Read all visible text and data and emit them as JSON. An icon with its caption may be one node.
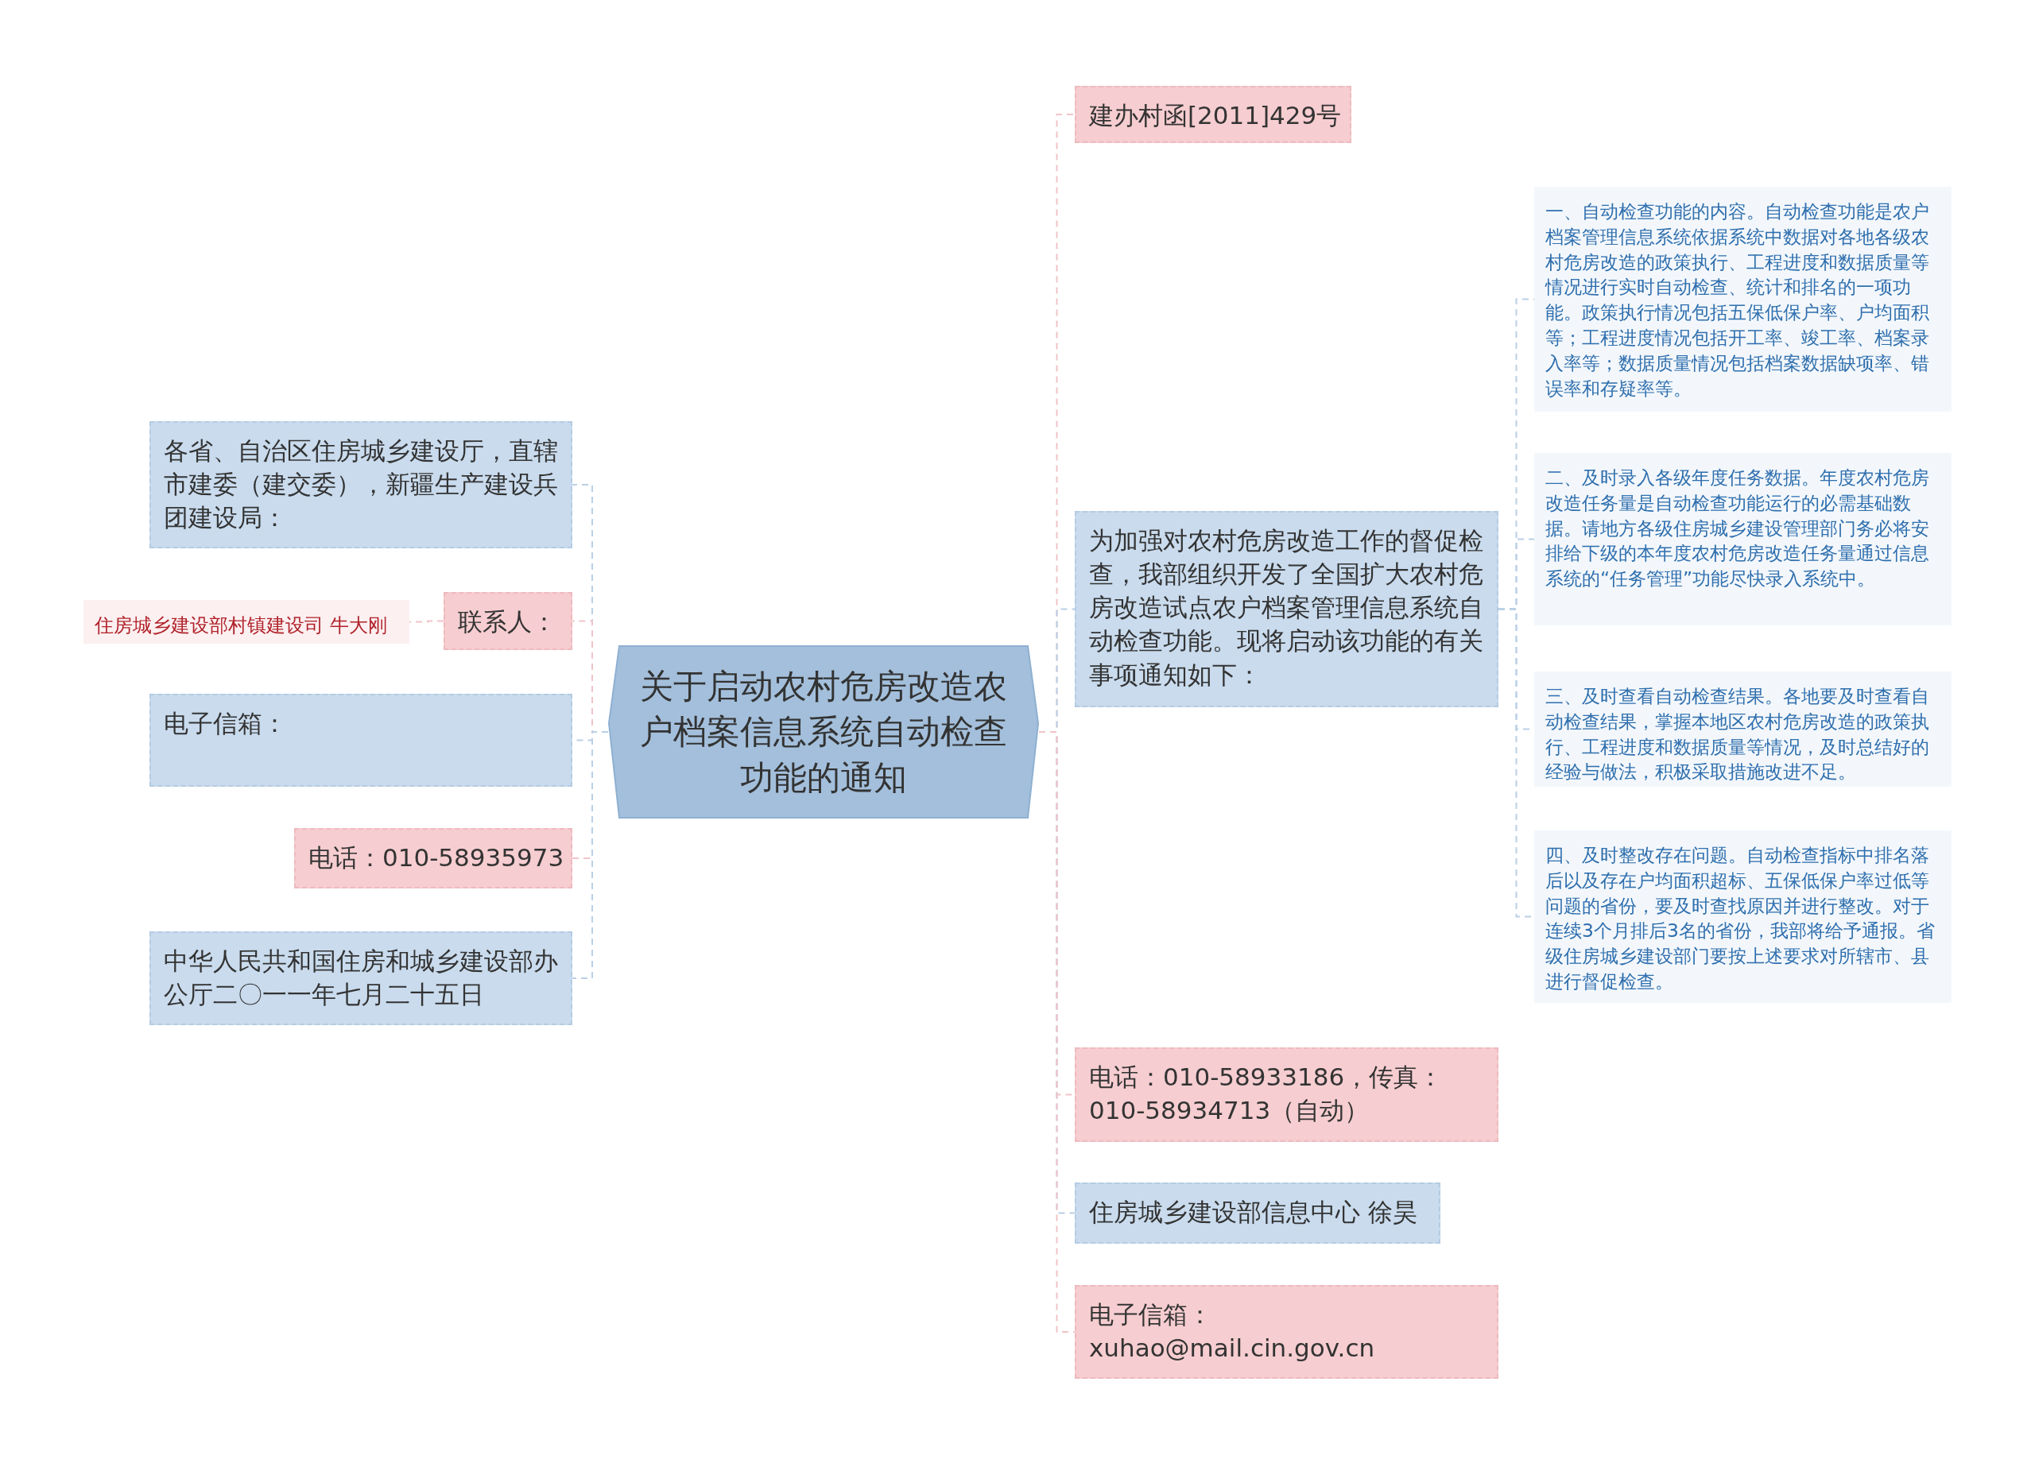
{
  "diagram": {
    "nodes": [
      {
        "text": [
          "关于启动农村危房改造农户档案信息系统自动检查功能的通知"
        ]
      },
      {
        "text": [
          "各省、自治区住房城乡建设厅，直辖市建委（建交委），新疆生产建设兵团建设局："
        ]
      },
      {
        "text": [
          "联系人："
        ]
      },
      {
        "text": [
          "住房城乡建设部村镇建设司 牛大刚"
        ]
      },
      {
        "text": [
          "电子信箱："
        ]
      },
      {
        "text": [
          "电话：010-58935973"
        ]
      },
      {
        "text": [
          "中华人民共和国住房和城乡建设部办公厅二〇一一年七月二十五日"
        ]
      },
      {
        "text": [
          "建办村函[2011]429号"
        ]
      },
      {
        "text": [
          "为加强对农村危房改造工作的督促检查，我部组织开发了全国扩大农村危房改造试点农户档案管理信息系统自动检查功能。现将启动该功能的有关事项通知如下："
        ]
      },
      {
        "text": [
          "一、自动检查功能的内容。自动检查功能是农户档案管理信息系统依据系统中数据对各地各级农村危房改造的政策执行、工程进度和数据质量等情况进行实时自动检查、统计和排名的一项功能。政策执行情况包括五保低保户率、户均面积等；工程进度情况包括开工率、竣工率、档案录入率等；数据质量情况包括档案数据缺项率、错误率和存疑率等。"
        ]
      },
      {
        "text": [
          "二、及时录入各级年度任务数据。年度农村危房改造任务量是自动检查功能运行的必需基础数据。请地方各级住房城乡建设管理部门务必将安排给下级的本年度农村危房改造任务量通过信息系统的“任务管理”功能尽快录入系统中。"
        ]
      },
      {
        "text": [
          "三、及时查看自动检查结果。各地要及时查看自动检查结果，掌握本地区农村危房改造的政策执行、工程进度和数据质量等情况，及时总结好的经验与做法，积极采取措施改进不足。"
        ]
      },
      {
        "text": [
          "四、及时整改存在问题。自动检查指标中排名落后以及存在户均面积超标、五保低保户率过低等问题的省份，要及时查找原因并进行整改。对于连续3个月排后3名的省份，我部将给予通报。省级住房城乡建设部门要按上述要求对所辖市、县进行督促检查。"
        ]
      },
      {
        "text": [
          "电话：010-58933186，传真：010-58934713（自动）"
        ]
      },
      {
        "text": [
          "住房城乡建设部信息中心 徐昊"
        ]
      },
      {
        "text": [
          "电子信箱：xuhao@mail.cin.gov.cn"
        ]
      }
    ],
    "edges": [
      {
        "from": 0,
        "to": 1,
        "arrow": "none",
        "color": "#b9d0e6"
      },
      {
        "from": 0,
        "to": 2,
        "arrow": "none",
        "color": "#f0c4c8"
      },
      {
        "from": 2,
        "to": 3,
        "arrow": "none",
        "color": "#f0c4c8"
      },
      {
        "from": 0,
        "to": 4,
        "arrow": "none",
        "color": "#b9d0e6"
      },
      {
        "from": 0,
        "to": 5,
        "arrow": "none",
        "color": "#f0c4c8"
      },
      {
        "from": 0,
        "to": 6,
        "arrow": "none",
        "color": "#b9d0e6"
      },
      {
        "from": 0,
        "to": 7,
        "arrow": "none",
        "color": "#f0c4c8"
      },
      {
        "from": 0,
        "to": 8,
        "arrow": "none",
        "color": "#b9d0e6"
      },
      {
        "from": 8,
        "to": 9,
        "arrow": "none",
        "color": "#b9d0e6"
      },
      {
        "from": 8,
        "to": 10,
        "arrow": "none",
        "color": "#b9d0e6"
      },
      {
        "from": 8,
        "to": 11,
        "arrow": "none",
        "color": "#b9d0e6"
      },
      {
        "from": 8,
        "to": 12,
        "arrow": "none",
        "color": "#b9d0e6"
      },
      {
        "from": 0,
        "to": 13,
        "arrow": "none",
        "color": "#f0c4c8"
      },
      {
        "from": 0,
        "to": 14,
        "arrow": "none",
        "color": "#b9d0e6"
      },
      {
        "from": 0,
        "to": 15,
        "arrow": "none",
        "color": "#f0c4c8"
      }
    ]
  }
}
